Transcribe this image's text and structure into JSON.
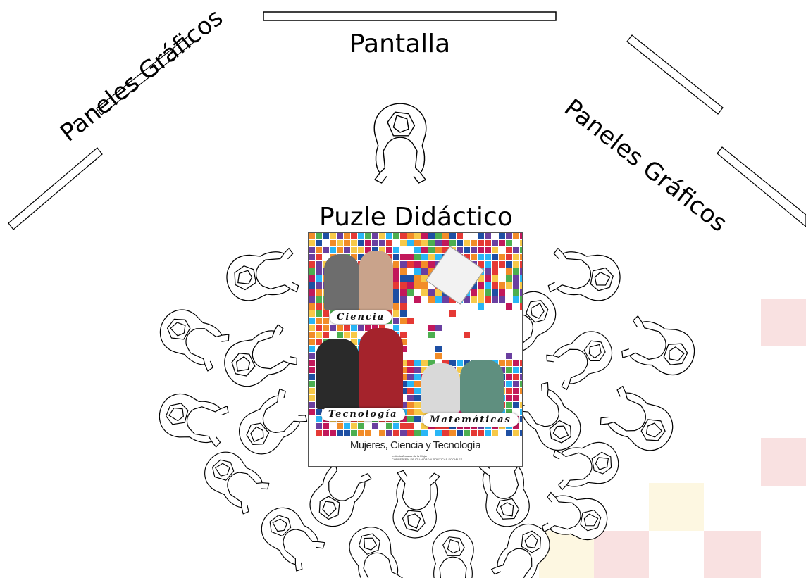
{
  "labels": {
    "screen": "Pantalla",
    "panels_left": "Paneles Gráficos",
    "panels_right": "Paneles Gráficos",
    "puzzle": "Puzle Didáctico"
  },
  "poster": {
    "tag_science": "Ciencia",
    "tag_technology": "Tecnología",
    "tag_math": "Matemáticas",
    "caption": "Mujeres, Ciencia y Tecnología",
    "org_line1": "Instituto Andaluz de la Mujer",
    "org_line2": "CONSEJERÍA DE IGUALDAD Y POLÍTICAS SOCIALES"
  },
  "colors": {
    "mosaic": [
      "#e53935",
      "#1e4fa3",
      "#f7c948",
      "#6a3fa0",
      "#f28c28",
      "#4caf50",
      "#c2185b",
      "#29b6f6",
      "#ffffff"
    ],
    "background_pink": "#f9e1e1",
    "background_cream": "#fdf7e1",
    "line": "#000000"
  },
  "figures": {
    "presenter": "person-icon",
    "audience": "person-icon"
  }
}
